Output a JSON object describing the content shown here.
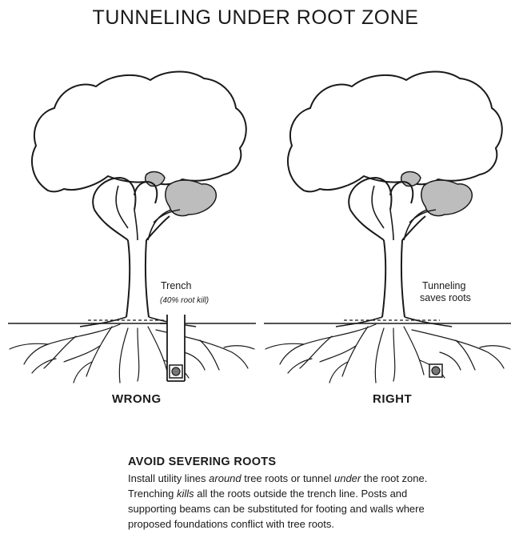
{
  "title": "TUNNELING UNDER ROOT ZONE",
  "left_panel": {
    "label": "WRONG",
    "annotation_line1": "Trench",
    "annotation_line2": "(40% root kill)"
  },
  "right_panel": {
    "label": "RIGHT",
    "annotation_line1": "Tunneling",
    "annotation_line2": "saves roots"
  },
  "caption": {
    "heading": "AVOID SEVERING ROOTS",
    "text_1": "Install utility lines ",
    "text_2_em": "around",
    "text_3": " tree roots or tunnel ",
    "text_4_em": "under",
    "text_5": " the root zone. Trenching ",
    "text_6_em": "kills",
    "text_7": " all the roots outside the trench line.  Posts and supporting beams can be substituted for footing and walls where proposed foundations conflict with tree roots."
  },
  "colors": {
    "ink": "#1a1a1a",
    "shade": "#bdbdbd",
    "background": "#ffffff"
  }
}
